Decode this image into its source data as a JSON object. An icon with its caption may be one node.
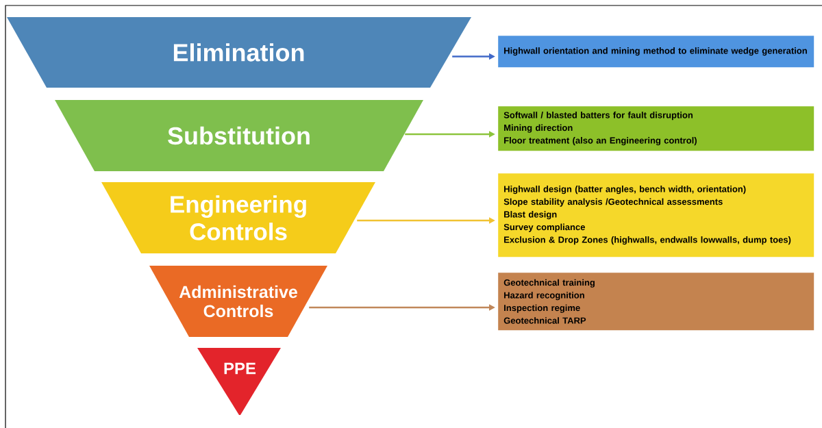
{
  "diagram": {
    "nodes": [
      {
        "text": [
          "Elimination"
        ]
      },
      {
        "text": [
          "Substitution"
        ]
      },
      {
        "text": [
          "Engineering Controls"
        ]
      },
      {
        "text": [
          "Administrative Controls"
        ]
      },
      {
        "text": [
          "PPE"
        ]
      },
      {
        "text": [
          "Highwall orientation and mining method to eliminate wedge generation"
        ]
      },
      {
        "text": [
          "Softwall / blasted batters for fault disruption",
          "Mining direction",
          "Floor treatment (also an Engineering control)"
        ]
      },
      {
        "text": [
          "Highwall design (batter angles, bench width, orientation)",
          "Slope stability analysis /Geotechnical assessments",
          "Blast design",
          "Survey compliance",
          "Exclusion & Drop Zones (highwalls, endwalls lowwalls, dump toes)"
        ]
      },
      {
        "text": [
          "Geotechnical training",
          "Hazard recognition",
          "Inspection regime",
          "Geotechnical TARP"
        ]
      }
    ],
    "edges": [
      {
        "from": 0,
        "to": 5,
        "arrow": "to",
        "color": "#4169c8"
      },
      {
        "from": 1,
        "to": 6,
        "arrow": "to",
        "color": "#8cc43c"
      },
      {
        "from": 2,
        "to": 7,
        "arrow": "to",
        "color": "#f1c232"
      },
      {
        "from": 3,
        "to": 8,
        "arrow": "to",
        "color": "#c0875a"
      }
    ]
  }
}
